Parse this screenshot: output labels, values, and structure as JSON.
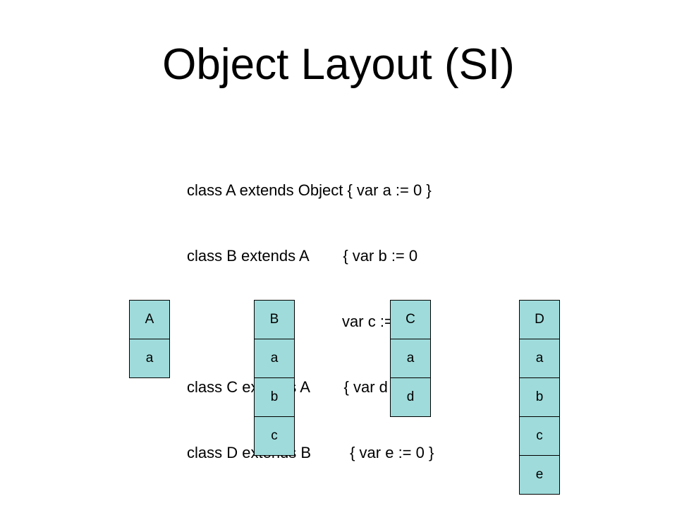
{
  "slide": {
    "title": "Object Layout (SI)",
    "code_lines": [
      "class A extends Object { var a := 0 }",
      "class B extends A        { var b := 0",
      "                                    var c := 0 }",
      "class C extends A        { var d := 0 }",
      "class D extends B         { var e := 0 }"
    ],
    "cell_color": "#9fdbdb",
    "layouts": [
      {
        "name": "A",
        "fields": [
          "a"
        ]
      },
      {
        "name": "B",
        "fields": [
          "a",
          "b",
          "c"
        ]
      },
      {
        "name": "C",
        "fields": [
          "a",
          "d"
        ]
      },
      {
        "name": "D",
        "fields": [
          "a",
          "b",
          "c",
          "e"
        ]
      }
    ]
  }
}
